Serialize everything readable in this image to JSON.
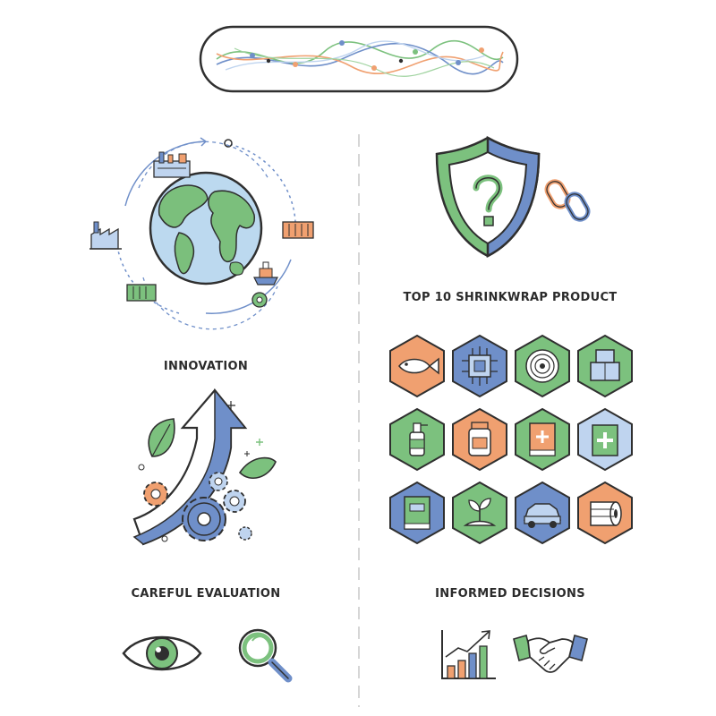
{
  "captions": {
    "innovation": "INNOVATION",
    "top_products": "TOP 10 SHRINKWRAP PRODUCT",
    "careful_evaluation": "CAREFUL EVALUATION",
    "informed_decisions": "INFORMED DECISIONS"
  },
  "colors": {
    "blue": "#6f8fc9",
    "green": "#7cc17e",
    "orange": "#f0a070",
    "outline": "#2f2f2f",
    "globe_water": "#bcd9ef",
    "globe_land": "#7bbf7c",
    "light_blue": "#bfd4ef"
  },
  "icons": {
    "banner": "network-waves-icon",
    "globe": "globe-supply-chain-icon",
    "shield": "shield-question-icon",
    "chain": "chain-link-icon",
    "growth": "growth-arrow-gears-icon",
    "eye": "eye-icon",
    "magnifier": "magnifying-glass-icon",
    "bar_chart": "bar-chart-growth-icon",
    "handshake": "handshake-icon"
  },
  "products": [
    {
      "icon": "fish-icon",
      "color": "#f0a070"
    },
    {
      "icon": "microchip-icon",
      "color": "#6f8fc9"
    },
    {
      "icon": "coil-icon",
      "color": "#7cc17e"
    },
    {
      "icon": "boxes-icon",
      "color": "#7cc17e"
    },
    {
      "icon": "bottle-icon",
      "color": "#7cc17e"
    },
    {
      "icon": "jar-icon",
      "color": "#f0a070"
    },
    {
      "icon": "medical-book-icon",
      "color": "#7cc17e"
    },
    {
      "icon": "first-aid-icon",
      "color": "#bfd4ef"
    },
    {
      "icon": "book-icon",
      "color": "#6f8fc9"
    },
    {
      "icon": "seedling-icon",
      "color": "#7cc17e"
    },
    {
      "icon": "car-icon",
      "color": "#6f8fc9"
    },
    {
      "icon": "paper-roll-icon",
      "color": "#f0a070"
    }
  ]
}
